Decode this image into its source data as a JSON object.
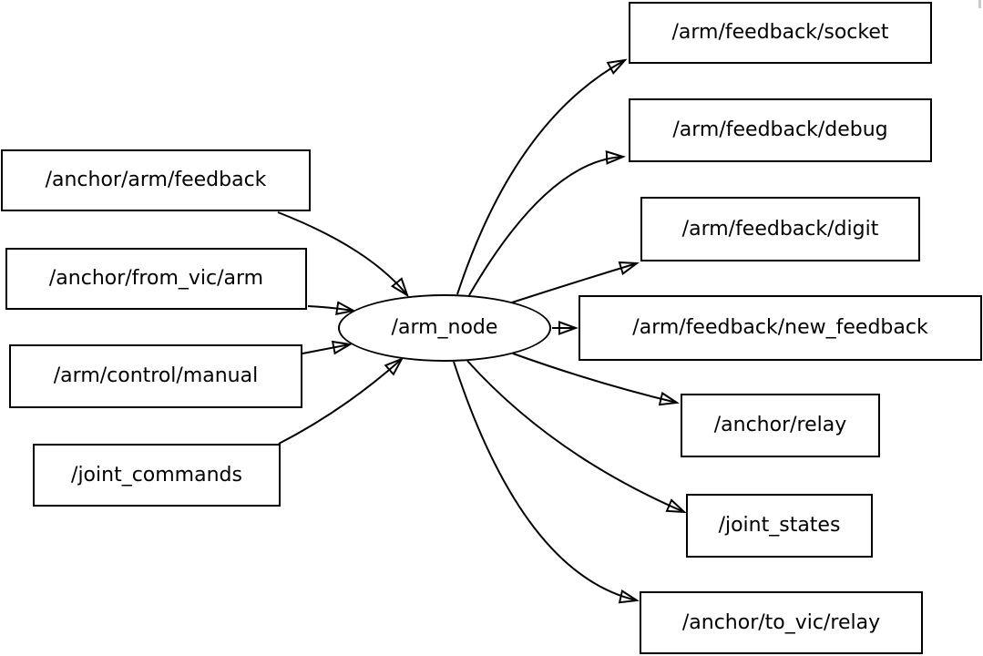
{
  "diagram": {
    "center_node": {
      "label": "/arm_node"
    },
    "input_topics": [
      {
        "label": "/anchor/arm/feedback"
      },
      {
        "label": "/anchor/from_vic/arm"
      },
      {
        "label": "/arm/control/manual"
      },
      {
        "label": "/joint_commands"
      }
    ],
    "output_topics": [
      {
        "label": "/arm/feedback/socket"
      },
      {
        "label": "/arm/feedback/debug"
      },
      {
        "label": "/arm/feedback/digit"
      },
      {
        "label": "/arm/feedback/new_feedback"
      },
      {
        "label": "/anchor/relay"
      },
      {
        "label": "/joint_states"
      },
      {
        "label": "/anchor/to_vic/relay"
      }
    ],
    "edges": [
      {
        "from": "/anchor/arm/feedback",
        "to": "/arm_node"
      },
      {
        "from": "/anchor/from_vic/arm",
        "to": "/arm_node"
      },
      {
        "from": "/arm/control/manual",
        "to": "/arm_node"
      },
      {
        "from": "/joint_commands",
        "to": "/arm_node"
      },
      {
        "from": "/arm_node",
        "to": "/arm/feedback/socket"
      },
      {
        "from": "/arm_node",
        "to": "/arm/feedback/debug"
      },
      {
        "from": "/arm_node",
        "to": "/arm/feedback/digit"
      },
      {
        "from": "/arm_node",
        "to": "/arm/feedback/new_feedback"
      },
      {
        "from": "/arm_node",
        "to": "/anchor/relay"
      },
      {
        "from": "/arm_node",
        "to": "/joint_states"
      },
      {
        "from": "/arm_node",
        "to": "/anchor/to_vic/relay"
      }
    ],
    "colors": {
      "stroke": "#000000",
      "background": "#ffffff",
      "text": "#000000"
    }
  }
}
